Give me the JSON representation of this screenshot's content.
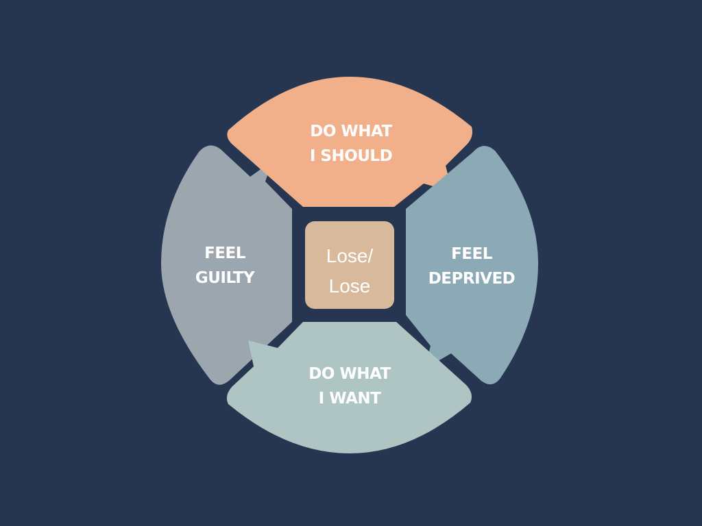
{
  "diagram": {
    "background": "#263650",
    "center": {
      "lines": [
        "Lose/",
        "Lose"
      ],
      "color": "#D9B99B"
    },
    "segments": {
      "top": {
        "lines": [
          "DO WHAT",
          "I SHOULD"
        ],
        "color": "#F2B08A"
      },
      "right": {
        "lines": [
          "FEEL",
          "DEPRIVED"
        ],
        "color": "#8CA9B6"
      },
      "bottom": {
        "lines": [
          "DO WHAT",
          "I WANT"
        ],
        "color": "#AFC5C3"
      },
      "left": {
        "lines": [
          "FEEL",
          "GUILTY"
        ],
        "color": "#9BA6AF"
      }
    }
  }
}
